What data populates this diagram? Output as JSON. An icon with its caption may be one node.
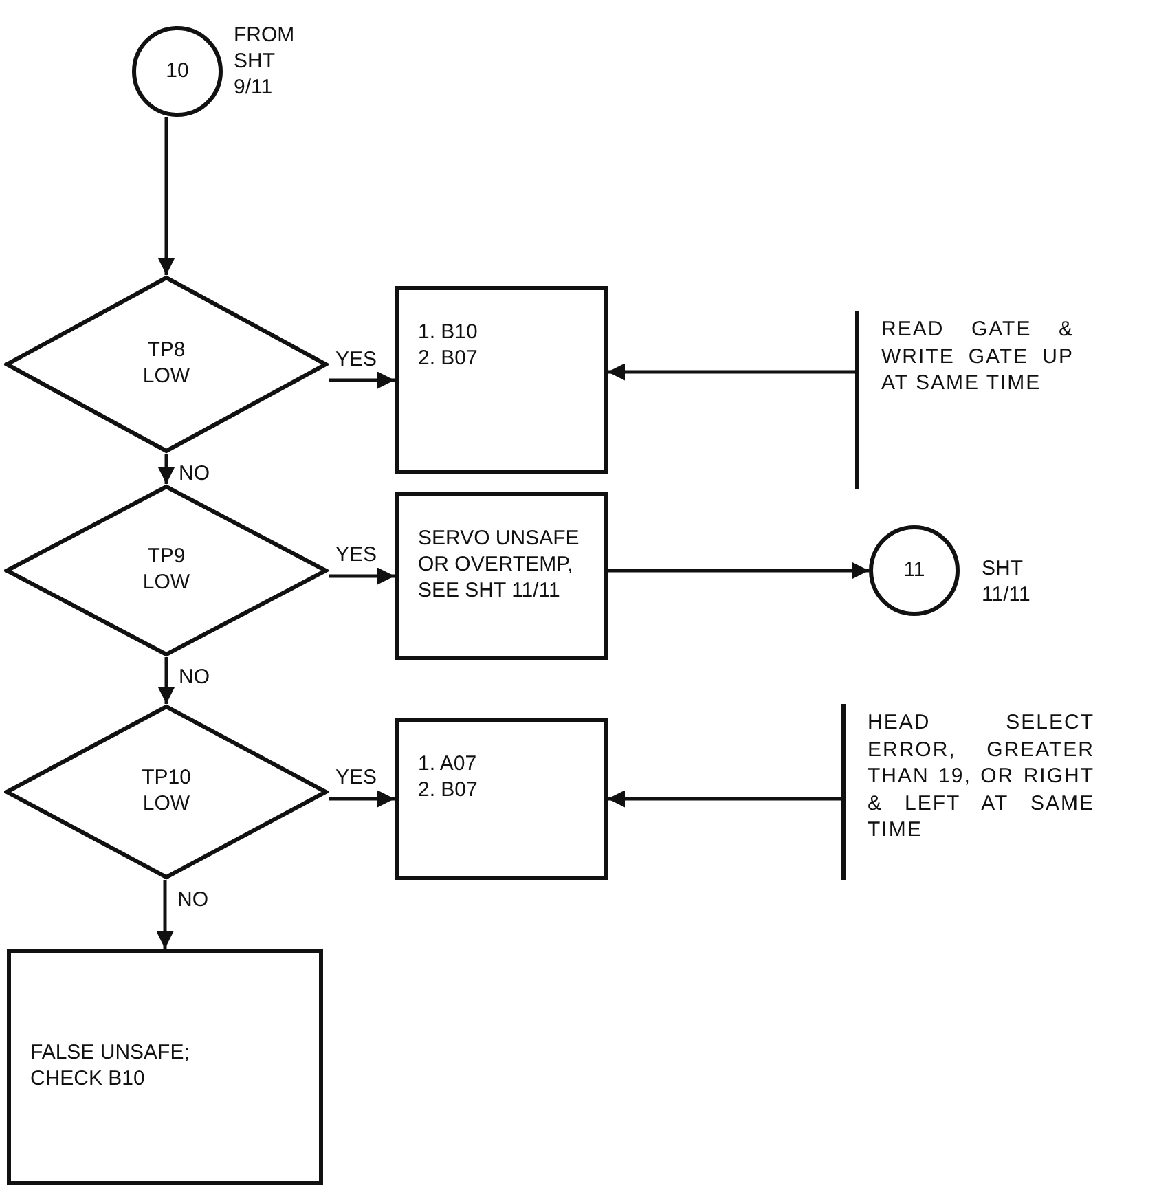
{
  "diagram": {
    "nodes": [
      {
        "text": [
          "10"
        ],
        "beside": [
          "FROM SHT 9/11"
        ]
      },
      {
        "text": [
          "TP8 LOW"
        ]
      },
      {
        "text": [
          "1. B10",
          "2. B07"
        ]
      },
      {
        "text": [
          "READ GATE & WRITE GATE UP AT SAME TIME"
        ]
      },
      {
        "text": [
          "TP9 LOW"
        ]
      },
      {
        "text": [
          "SERVO UNSAFE OR OVERTEMP, SEE SHT 11/11"
        ]
      },
      {
        "text": [
          "11"
        ],
        "beside": [
          "SHT 11/11"
        ]
      },
      {
        "text": [
          "TP10 LOW"
        ]
      },
      {
        "text": [
          "1. A07",
          "2. B07"
        ]
      },
      {
        "text": [
          "HEAD SELECT ERROR, GREATER THAN 19, OR RIGHT & LEFT AT SAME TIME"
        ]
      },
      {
        "text": [
          "FALSE UNSAFE; CHECK B10"
        ]
      }
    ],
    "edges": [
      {
        "from": 0,
        "to": 1,
        "arrow": "to"
      },
      {
        "from": 1,
        "to": 2,
        "arrow": "to",
        "label": "YES"
      },
      {
        "from": 3,
        "to": 2,
        "arrow": "to"
      },
      {
        "from": 1,
        "to": 4,
        "arrow": "to",
        "label": "NO"
      },
      {
        "from": 4,
        "to": 5,
        "arrow": "to",
        "label": "YES"
      },
      {
        "from": 5,
        "to": 6,
        "arrow": "to"
      },
      {
        "from": 4,
        "to": 7,
        "arrow": "to",
        "label": "NO"
      },
      {
        "from": 7,
        "to": 8,
        "arrow": "to",
        "label": "YES"
      },
      {
        "from": 9,
        "to": 8,
        "arrow": "to"
      },
      {
        "from": 7,
        "to": 10,
        "arrow": "to",
        "label": "NO"
      }
    ]
  }
}
